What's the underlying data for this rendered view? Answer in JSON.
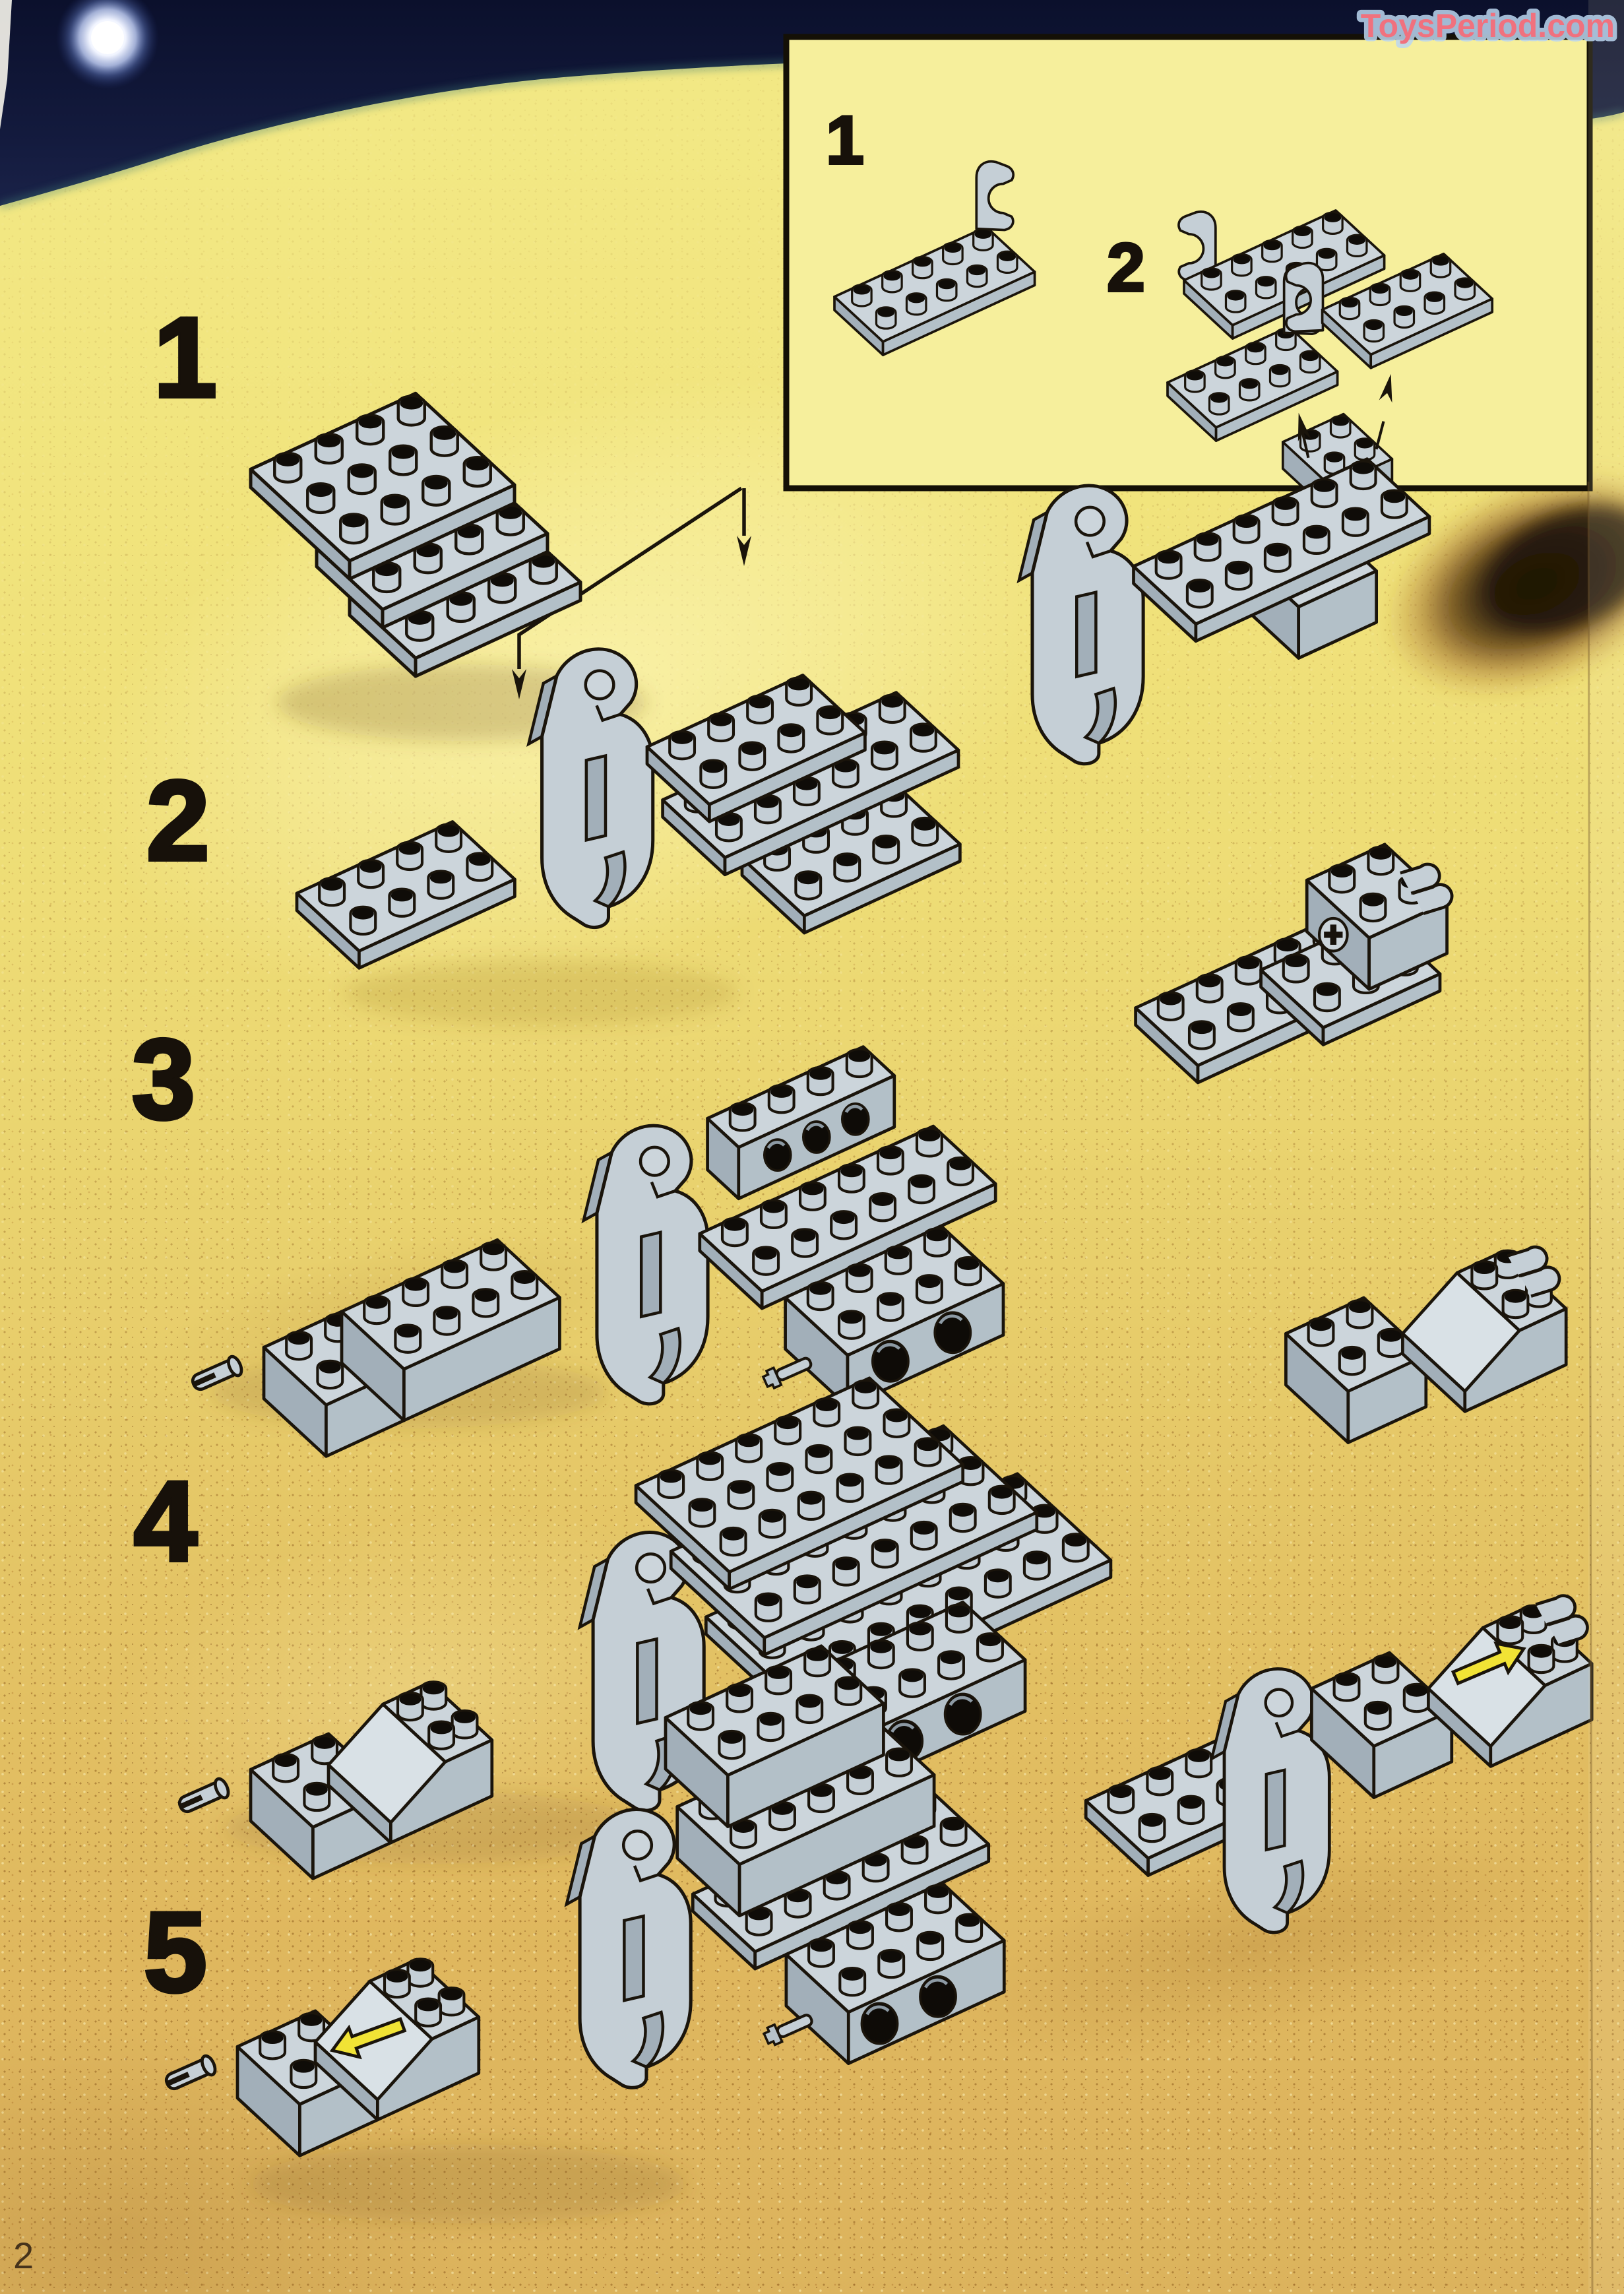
{
  "page": {
    "watermark": "ToysPeriod.com",
    "page_number": "2"
  },
  "inset": {
    "steps": [
      {
        "label": "1"
      },
      {
        "label": "2"
      }
    ]
  },
  "steps": [
    {
      "label": "1"
    },
    {
      "label": "2"
    },
    {
      "label": "3"
    },
    {
      "label": "4"
    },
    {
      "label": "5"
    }
  ],
  "colors": {
    "sky": "#111737",
    "sand": "#e9d26e",
    "inset_fill": "#f6ef9c",
    "brick_gray": "#c5cfd6",
    "sticker_arrow_yellow": "#f1e335",
    "watermark_pink": "#f0717e",
    "watermark_halo_blue": "#bcd7f0"
  }
}
